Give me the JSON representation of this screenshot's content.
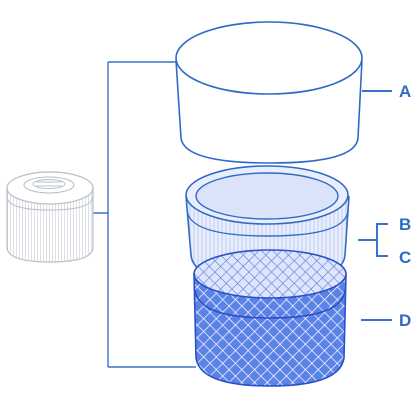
{
  "colors": {
    "line": "#3a72c8",
    "outline": "#2f6bc6",
    "cap_fill": "#ffffff",
    "pleat_fill": "#eaeefc",
    "pleat_top": "#dfe6fb",
    "mesh_fill": "#5b82e6",
    "mesh_dark": "#2a50c9",
    "mesh_line": "#ffffff",
    "small_filter_line": "#b8bfc8",
    "label": "#2f6bc6"
  },
  "labels": {
    "a": "A",
    "b": "B",
    "c": "C",
    "d": "D"
  },
  "icons": {
    "small_filter": "filter-cartridge-icon",
    "cap": "cap-icon",
    "pleated_filter": "pleated-filter-icon",
    "mesh_cover": "mesh-cover-icon"
  }
}
